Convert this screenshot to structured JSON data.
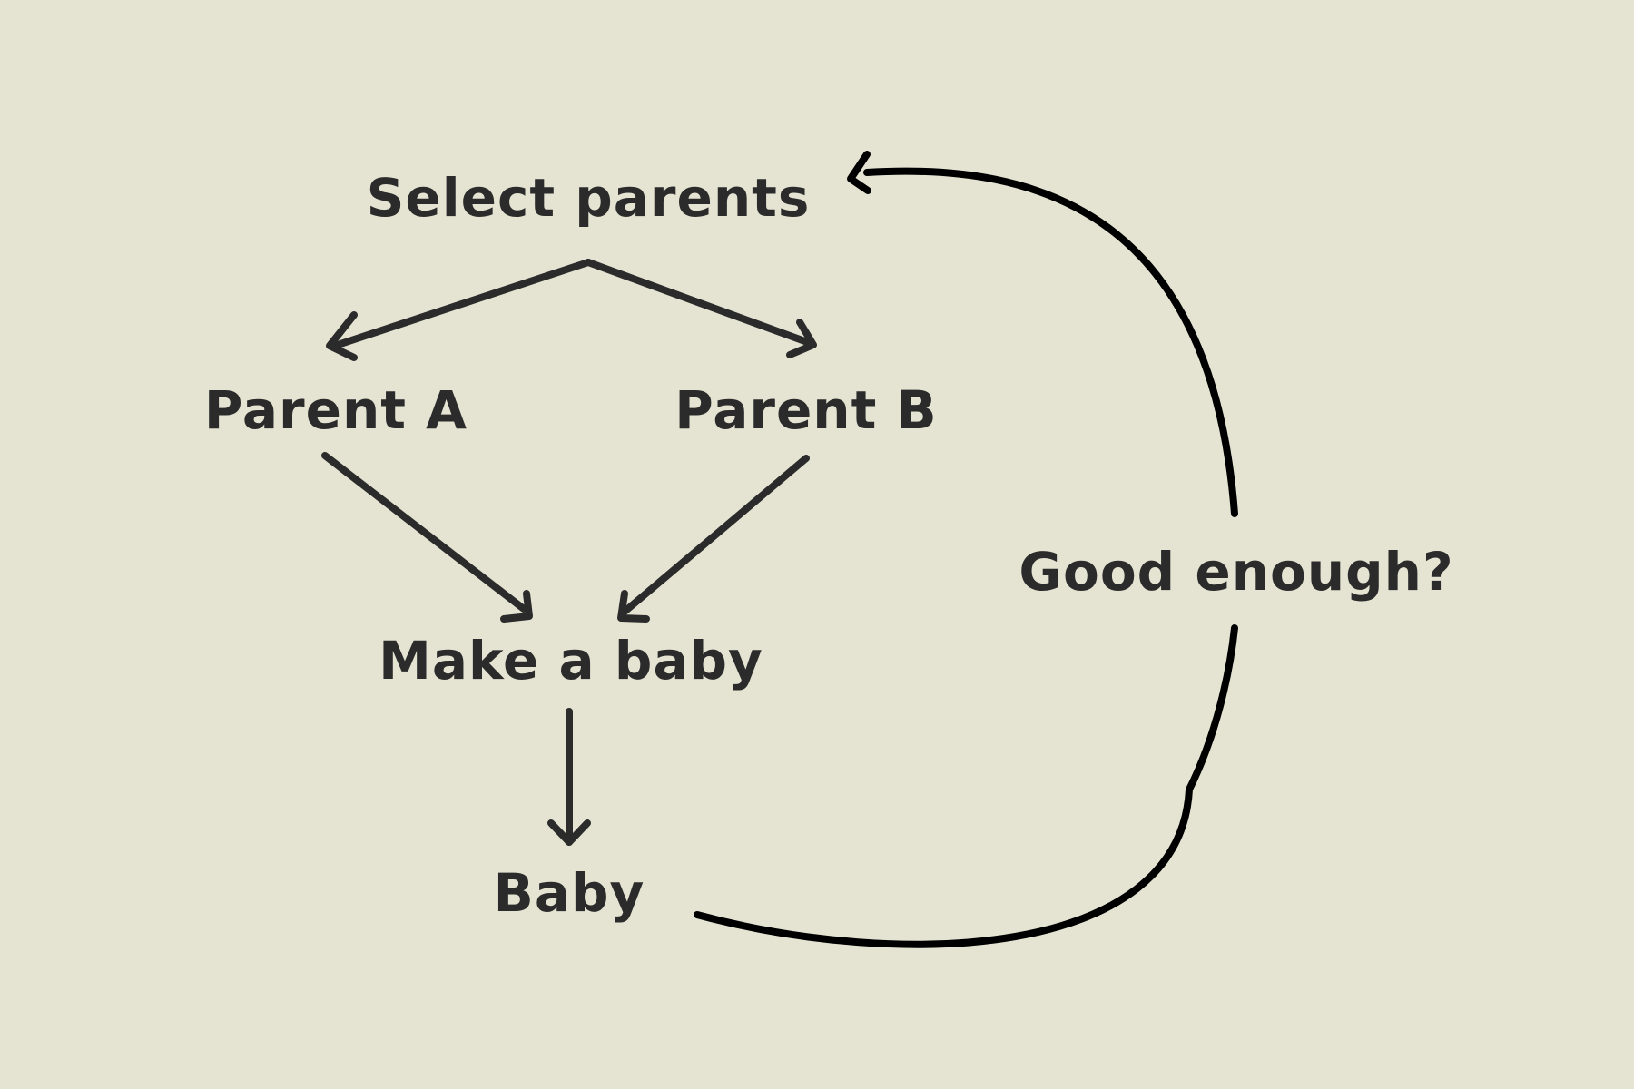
{
  "diagram": {
    "nodes": {
      "select_parents": "Select parents",
      "parent_a": "Parent A",
      "parent_b": "Parent B",
      "make_a_baby": "Make a baby",
      "baby": "Baby",
      "good_enough": "Good enough?"
    },
    "edges": [
      {
        "from": "select_parents",
        "to": "parent_a"
      },
      {
        "from": "select_parents",
        "to": "parent_b"
      },
      {
        "from": "parent_a",
        "to": "make_a_baby"
      },
      {
        "from": "parent_b",
        "to": "make_a_baby"
      },
      {
        "from": "make_a_baby",
        "to": "baby"
      },
      {
        "from": "baby",
        "to": "select_parents",
        "via": "good_enough"
      }
    ],
    "colors": {
      "background": "#e5e4d3",
      "text": "#2b2b2b",
      "arrow": "#2b2b2b",
      "loop": "#000000"
    }
  }
}
